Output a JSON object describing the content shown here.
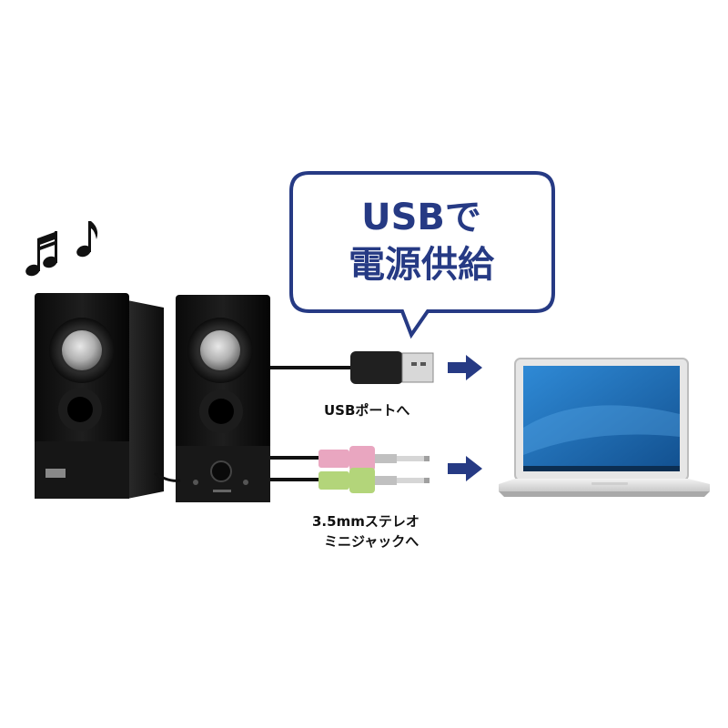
{
  "bubble": {
    "line1": "USBで",
    "line2": "電源供給"
  },
  "labels": {
    "usb_port": "USBポートへ",
    "jack_line1": "3.5mmステレオ",
    "jack_line2": "ミニジャックへ"
  },
  "colors": {
    "accent_navy": "#263a84",
    "pink_plug": "#e9a6c0",
    "green_plug": "#b3d57a",
    "screen_blue": "#1f6fb8"
  },
  "icons": [
    "music-notes-icon",
    "arrow-right-icon"
  ]
}
